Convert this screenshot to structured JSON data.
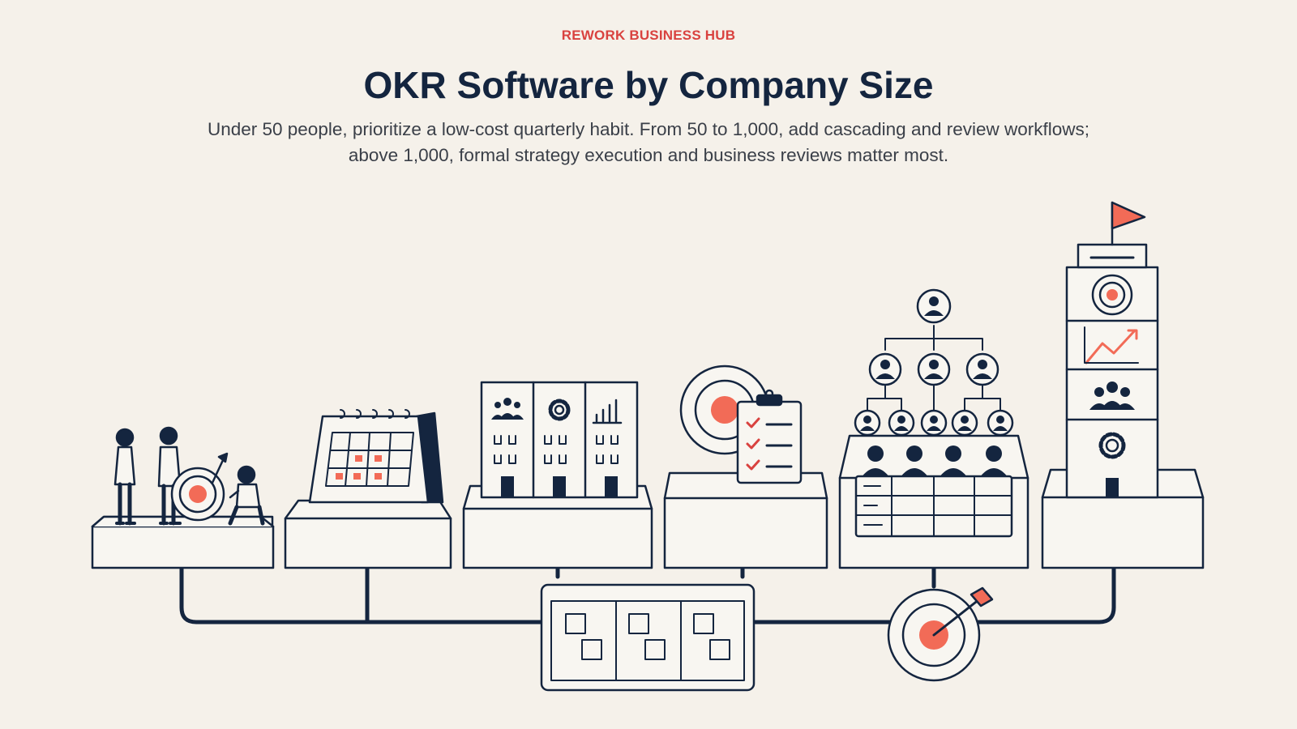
{
  "header": {
    "brand": "REWORK BUSINESS HUB",
    "title": "OKR Software by Company Size",
    "subtitle": "Under 50 people, prioritize a low-cost quarterly habit. From 50 to 1,000, add cascading and review workflows; above 1,000, formal strategy execution and business reviews matter most."
  },
  "colors": {
    "ink": "#14253f",
    "accent": "#f26b57",
    "brand_red": "#d9423f",
    "background": "#f5f1ea",
    "panel": "#f8f6f1"
  },
  "icons": [
    "small-team-people-icon",
    "dart-target-icon",
    "desk-calendar-icon",
    "office-buildings-icon",
    "target-clipboard-checklist-icon",
    "org-chart-icon",
    "meeting-table-icon",
    "strategy-tower-icon",
    "kanban-board-icon",
    "arrow-target-icon"
  ]
}
